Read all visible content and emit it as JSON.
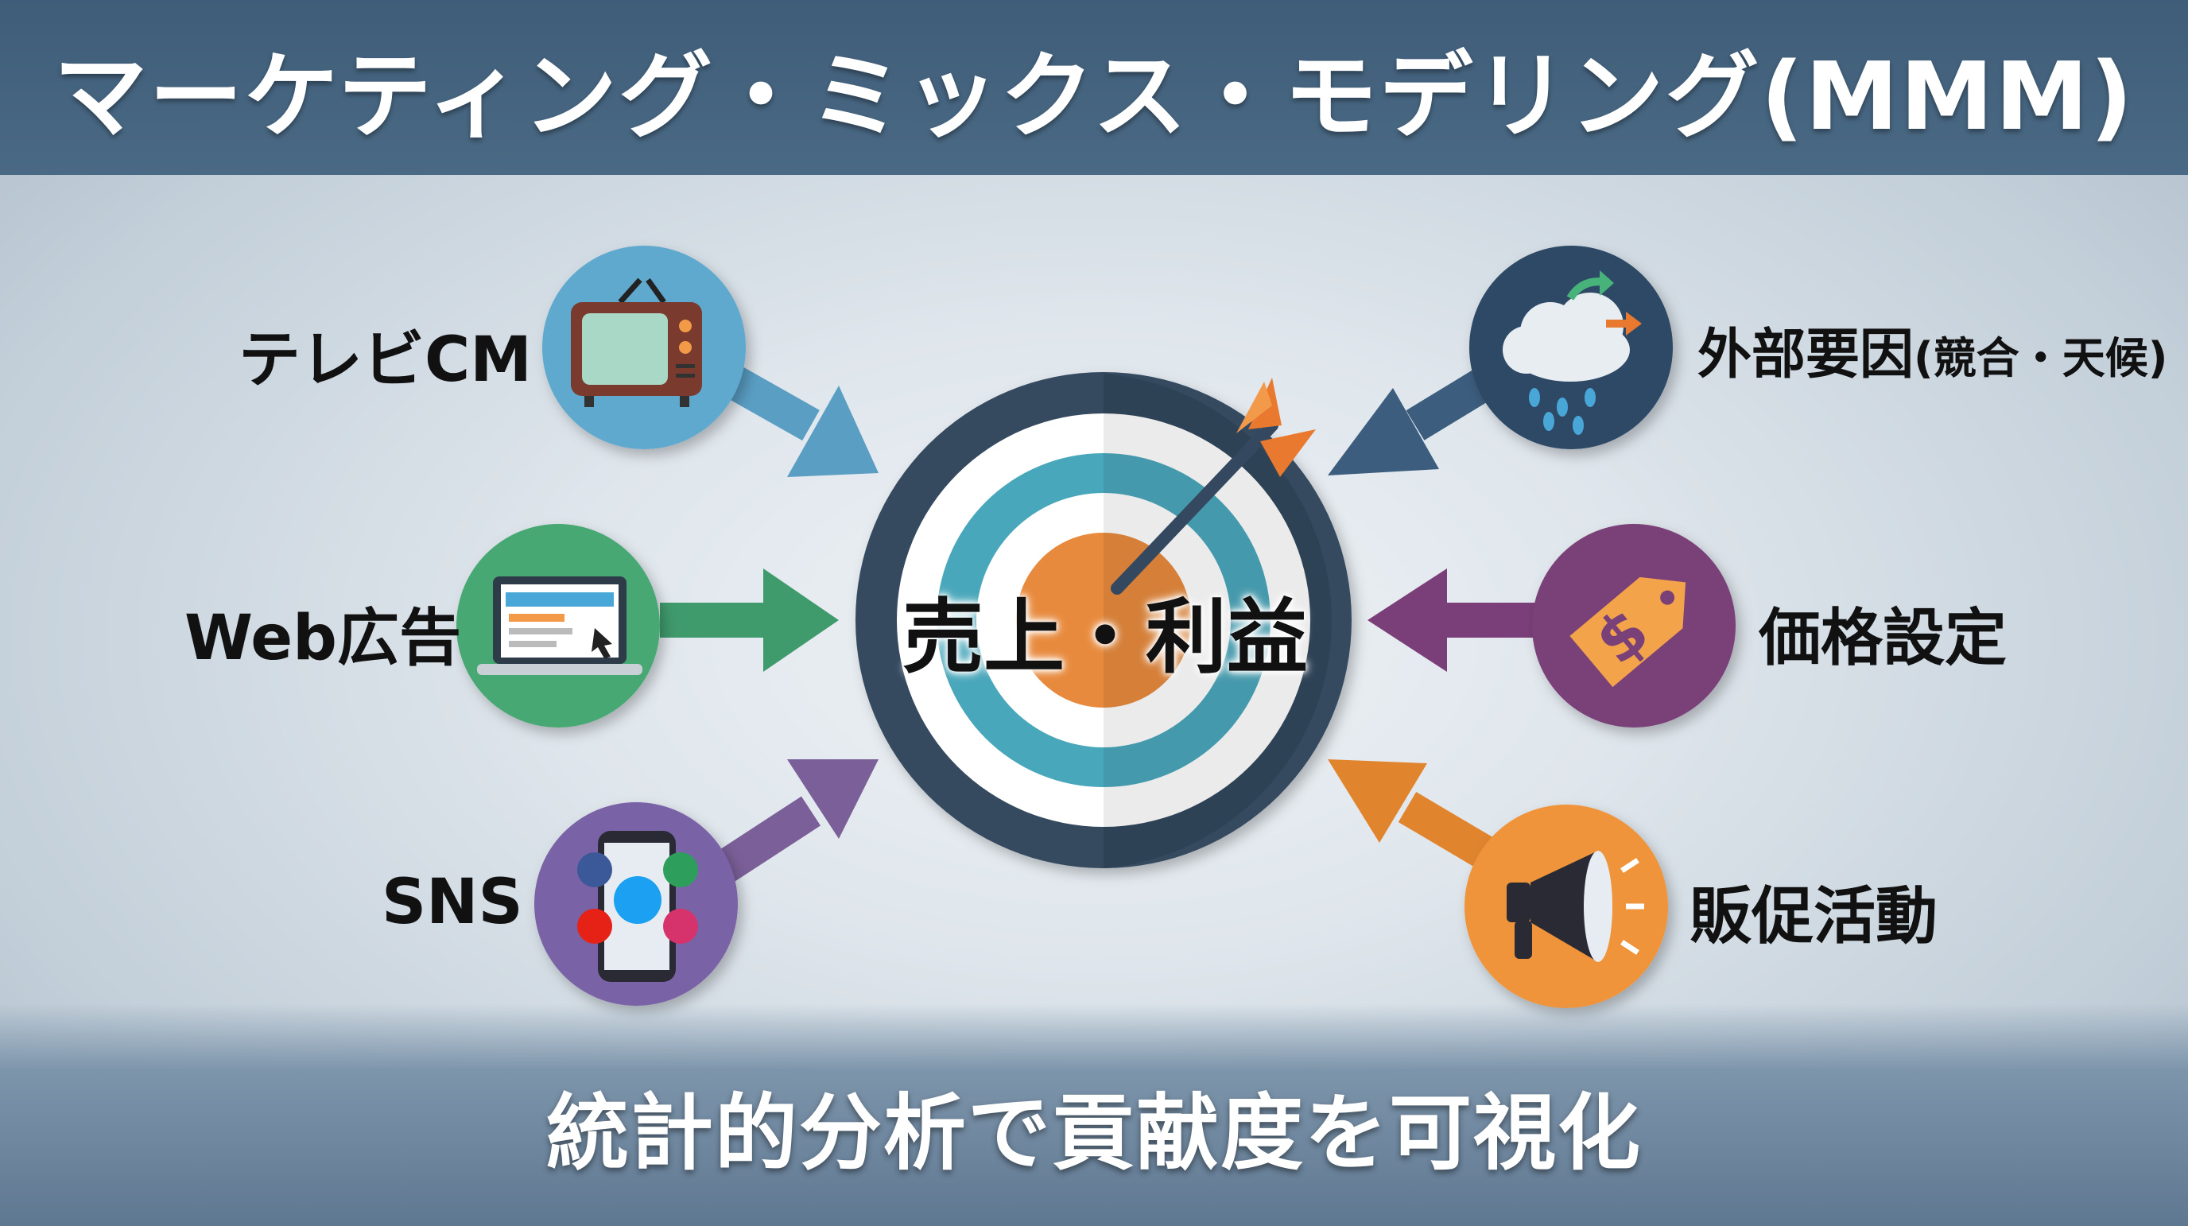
{
  "title": "マーケティング・ミックス・モデリング(MMM)",
  "center": {
    "label": "売上・利益"
  },
  "factors": {
    "tv": {
      "label": "テレビCM",
      "icon": "tv-icon",
      "color": "#5a9ec4"
    },
    "web": {
      "label": "Web広告",
      "icon": "laptop-icon",
      "color": "#3f9a6c"
    },
    "sns": {
      "label": "SNS",
      "icon": "smartphone-social-icon",
      "color": "#7a5f98"
    },
    "external": {
      "label": "外部要因",
      "label_sub": "(競合・天候)",
      "icon": "rain-cloud-icon",
      "color": "#3c5d7e"
    },
    "price": {
      "label": "価格設定",
      "icon": "price-tag-icon",
      "color": "#7a3f78"
    },
    "promo": {
      "label": "販促活動",
      "icon": "megaphone-icon",
      "color": "#e0852e"
    }
  },
  "footer": "統計的分析で貢献度を可視化",
  "colors": {
    "header_bg": "#46647f",
    "target_navy": "#34495f",
    "target_teal": "#4aa7bb",
    "target_orange": "#e88a3c"
  }
}
